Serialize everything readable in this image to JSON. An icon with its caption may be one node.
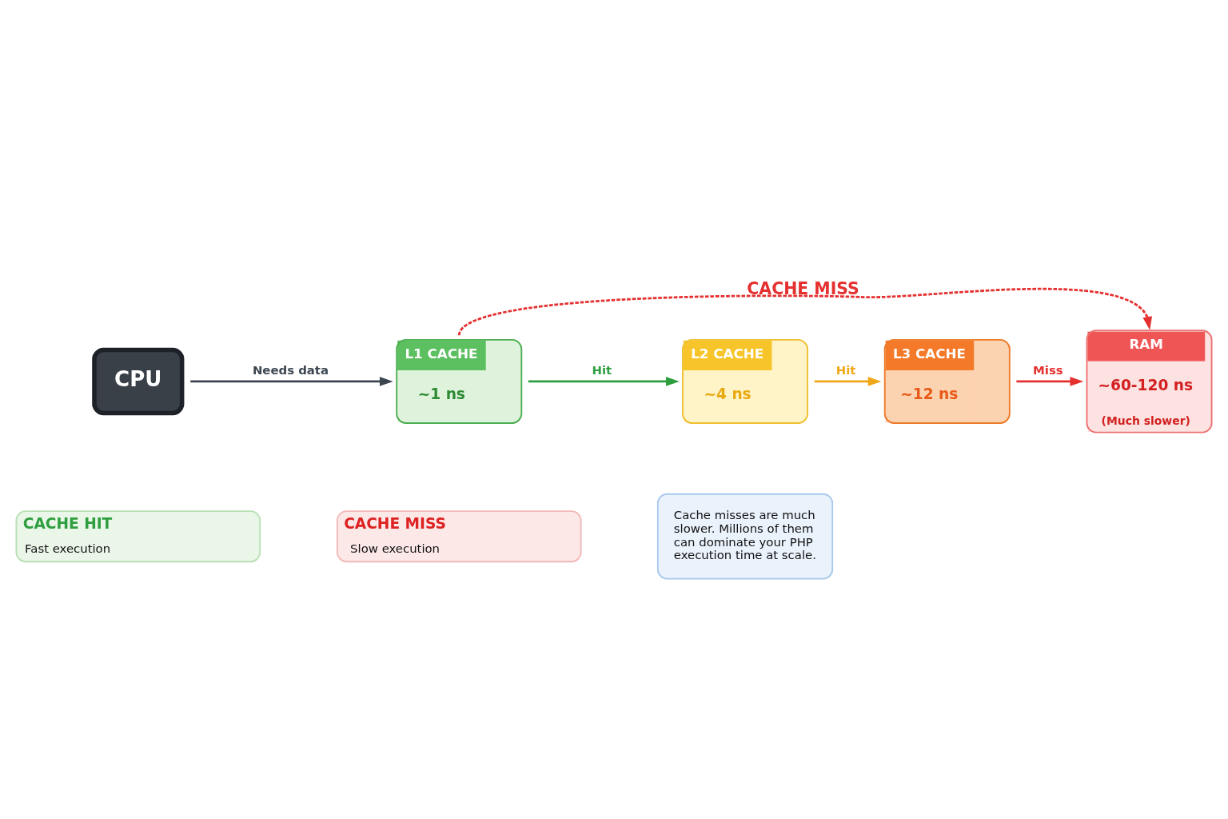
{
  "diagram": {
    "nodes": [
      {
        "text": [
          "CPU"
        ]
      },
      {
        "text": [
          "L1 CACHE",
          "~1 ns"
        ]
      },
      {
        "text": [
          "L2 CACHE",
          "~4 ns"
        ]
      },
      {
        "text": [
          "L3 CACHE",
          "~12 ns"
        ]
      },
      {
        "text": [
          "RAM",
          "~60-120 ns",
          "(Much slower)"
        ]
      },
      {
        "text": [
          "CACHE HIT",
          "Fast execution"
        ]
      },
      {
        "text": [
          "CACHE MISS",
          "Slow execution"
        ]
      },
      {
        "text": [
          "Cache misses are much slower. Millions of them can dominate your PHP execution time at scale."
        ]
      }
    ],
    "edges": [
      {
        "from": 0,
        "to": 1,
        "arrow": "to",
        "label": "Needs data",
        "color": "#3c4650"
      },
      {
        "from": 1,
        "to": 2,
        "arrow": "to",
        "label": "Hit",
        "color": "#2e9e3e"
      },
      {
        "from": 2,
        "to": 3,
        "arrow": "to",
        "label": "Hit",
        "color": "#f0a818"
      },
      {
        "from": 3,
        "to": 4,
        "arrow": "to",
        "label": "Miss",
        "color": "#e53030"
      },
      {
        "from": 1,
        "to": 4,
        "arrow": "to",
        "label": "CACHE MISS",
        "style": "dashed",
        "color": "#e53030"
      }
    ]
  }
}
